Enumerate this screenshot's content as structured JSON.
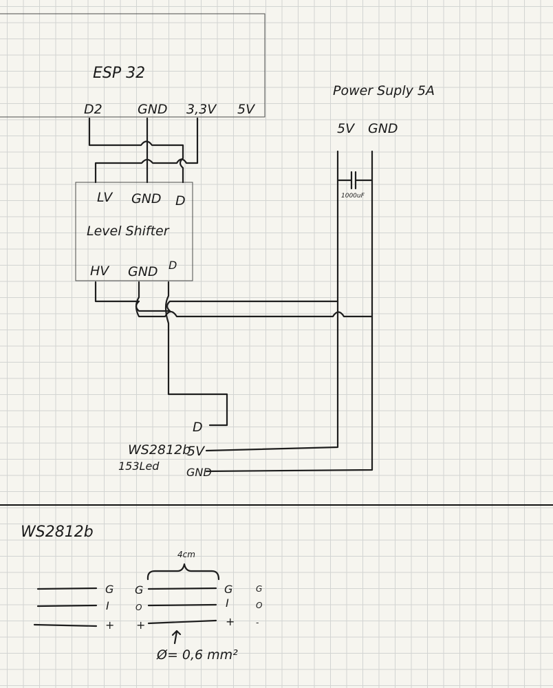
{
  "esp32": {
    "title": "ESP 32",
    "pins": [
      "D2",
      "GND",
      "3,3V",
      "5V"
    ]
  },
  "power_supply": {
    "title": "Power Suply 5A",
    "pins": [
      "5V",
      "GND"
    ],
    "capacitor": "1000uF"
  },
  "level_shifter": {
    "title": "Level Shifter",
    "low_side": [
      "LV",
      "GND",
      "D"
    ],
    "high_side": [
      "HV",
      "GND",
      "D"
    ]
  },
  "strip_connector": {
    "name": "WS2812b",
    "count": "153Led",
    "pins": [
      "D",
      "5V",
      "GND"
    ]
  },
  "detail": {
    "title": "WS2812b",
    "length": "4cm",
    "left_labels": [
      "G",
      "I",
      "+"
    ],
    "mid_left_labels": [
      "G",
      "O",
      "+"
    ],
    "mid_right_labels": [
      "G",
      "I",
      "+"
    ],
    "right_labels": [
      "G",
      "O",
      "-"
    ],
    "diameter": "Ø= 0,6 mm²"
  }
}
